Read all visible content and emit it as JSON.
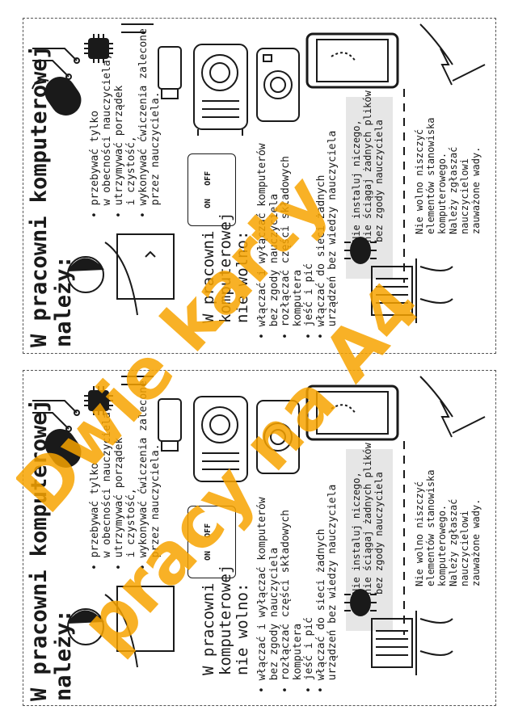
{
  "sheet": {
    "top": {
      "title_line1": "W pracowni komputerowej",
      "title_line2": "należy:",
      "must": [
        "przebywać tylko",
        "w obecności nauczyciela,",
        "utrzymywać porządek",
        "i czystość,",
        "wykonywać ćwiczenia zalecone",
        "przez nauczyciela."
      ],
      "switch_on": "ON",
      "switch_off": "OFF",
      "forbid_line1": "W pracowni",
      "forbid_line2": "komputerowej",
      "forbid_line3": "nie wolno:",
      "forbid": [
        "włączać i wyłączać komputerów",
        "bez zgody nauczyciela",
        "rozłączać części składowych",
        "komputera",
        "jeść i pić",
        "włączać do sieci żadnych",
        "urządzeń bez wiedzy nauczyciela"
      ],
      "install": [
        "Nie instaluj niczego,",
        "nie ściągaj żadnych plików",
        "bez zgody nauczyciela"
      ],
      "damage": [
        "Nie wolno niszczyć",
        "elementów stanowiska",
        "komputerowego.",
        "Należy zgłaszać",
        "nauczycielowi",
        "zauważone wady."
      ]
    },
    "bottom": {
      "title_line1": "W pracowni komputerowej",
      "title_line2": "należy:",
      "must": [
        "przebywać tylko",
        "w obecności nauczyciela,",
        "utrzymywać porządek",
        "i czystość,",
        "wykonywać ćwiczenia zalecone",
        "przez nauczyciela."
      ],
      "switch_on": "ON",
      "switch_off": "OFF",
      "forbid_line1": "W pracowni",
      "forbid_line2": "komputerowej",
      "forbid_line3": "nie wolno:",
      "forbid": [
        "włączać i wyłączać komputerów",
        "bez zgody nauczyciela",
        "rozłączać części składowych",
        "komputera",
        "jeść i pić",
        "włączać do sieci żadnych",
        "urządzeń bez wiedzy nauczyciela"
      ],
      "install": [
        "Nie instaluj niczego,",
        "nie ściągaj żadnych plików",
        "bez zgody nauczyciela"
      ],
      "damage": [
        "Nie wolno niszczyć",
        "elementów stanowiska",
        "komputerowego.",
        "Należy zgłaszać",
        "nauczycielowi",
        "zauważone wady."
      ]
    }
  },
  "watermark": {
    "line1": "Dwie karty",
    "line2": "pracy na A4"
  },
  "colors": {
    "ink": "#1a1a1a",
    "highlight": "#f3a100",
    "watermark": "#f7a300",
    "panel": "#e6e6e6"
  }
}
